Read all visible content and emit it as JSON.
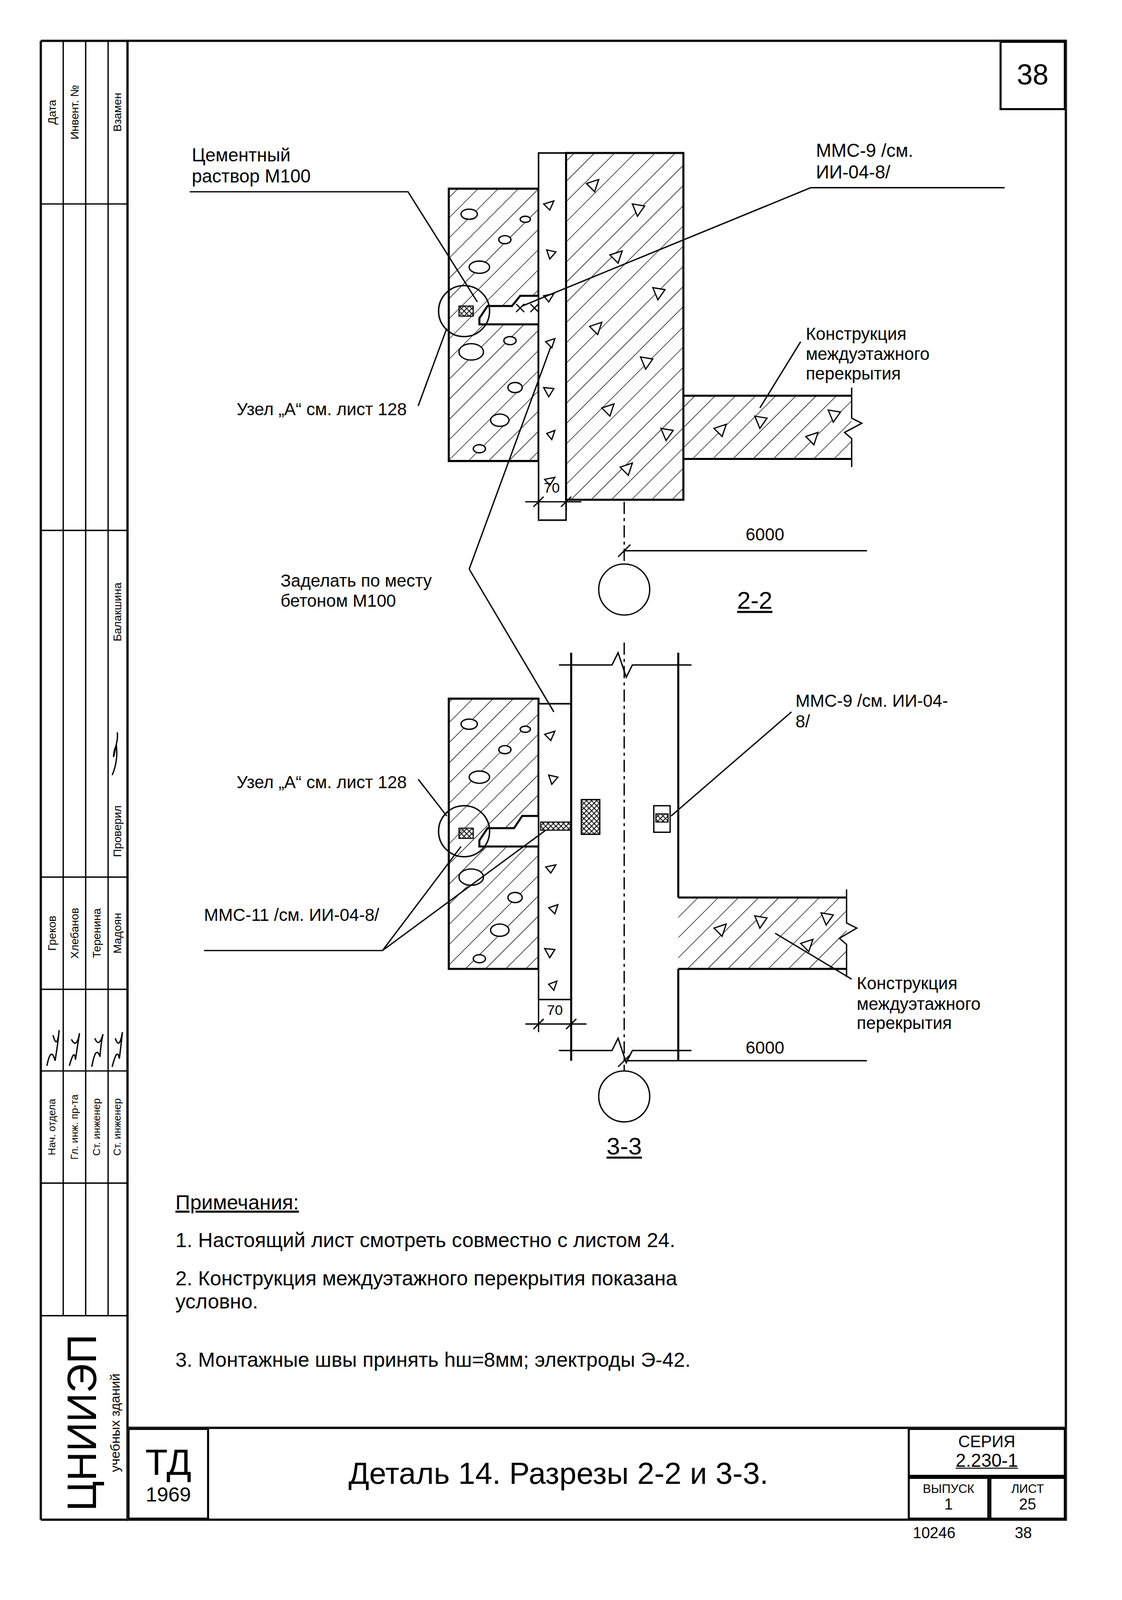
{
  "diagram": {
    "title": "Деталь 14. Разрезы 2-2 и 3-3.",
    "nodes": [
      {
        "text": [
          "38"
        ]
      },
      {
        "text": [
          "ТД",
          "1969"
        ]
      },
      {
        "text": [
          "СЕРИЯ",
          "2.230-1"
        ]
      },
      {
        "text": [
          "ВЫПУСК",
          "1"
        ]
      },
      {
        "text": [
          "ЛИСТ",
          "25"
        ]
      }
    ],
    "labels": [
      "Цементный раствор М100",
      "ММС-9 /см. ИИ-04-8/",
      "Конструкция междуэтажного перекрытия",
      "Узел „А“ см. лист 128",
      "70",
      "6000",
      "2-2",
      "Заделать по месту бетоном М100",
      "Узел „А“ см. лист 128",
      "ММС-9 /см. ИИ-04-8/",
      "ММС-11 /см. ИИ-04-8/",
      "70",
      "6000",
      "Конструкция междуэтажного перекрытия",
      "3-3",
      "Примечания:",
      "1. Настоящий лист смотреть совместно с листом 24.",
      "2. Конструкция междуэтажного перекрытия показана условно.",
      "3. Монтажные швы принять hш=8мм; электроды Э-42.",
      "Дата",
      "Инвент. №",
      "Взамен",
      "Проверил",
      "Балакшина",
      "Нач. отдела",
      "Гл. инж. пр-та",
      "Ст. инженер",
      "Ст. инженер",
      "Греков",
      "Хлебанов",
      "Теренина",
      "Мадоян",
      "ЦНИИЭП",
      "учебных зданий",
      "10246",
      "38"
    ]
  }
}
